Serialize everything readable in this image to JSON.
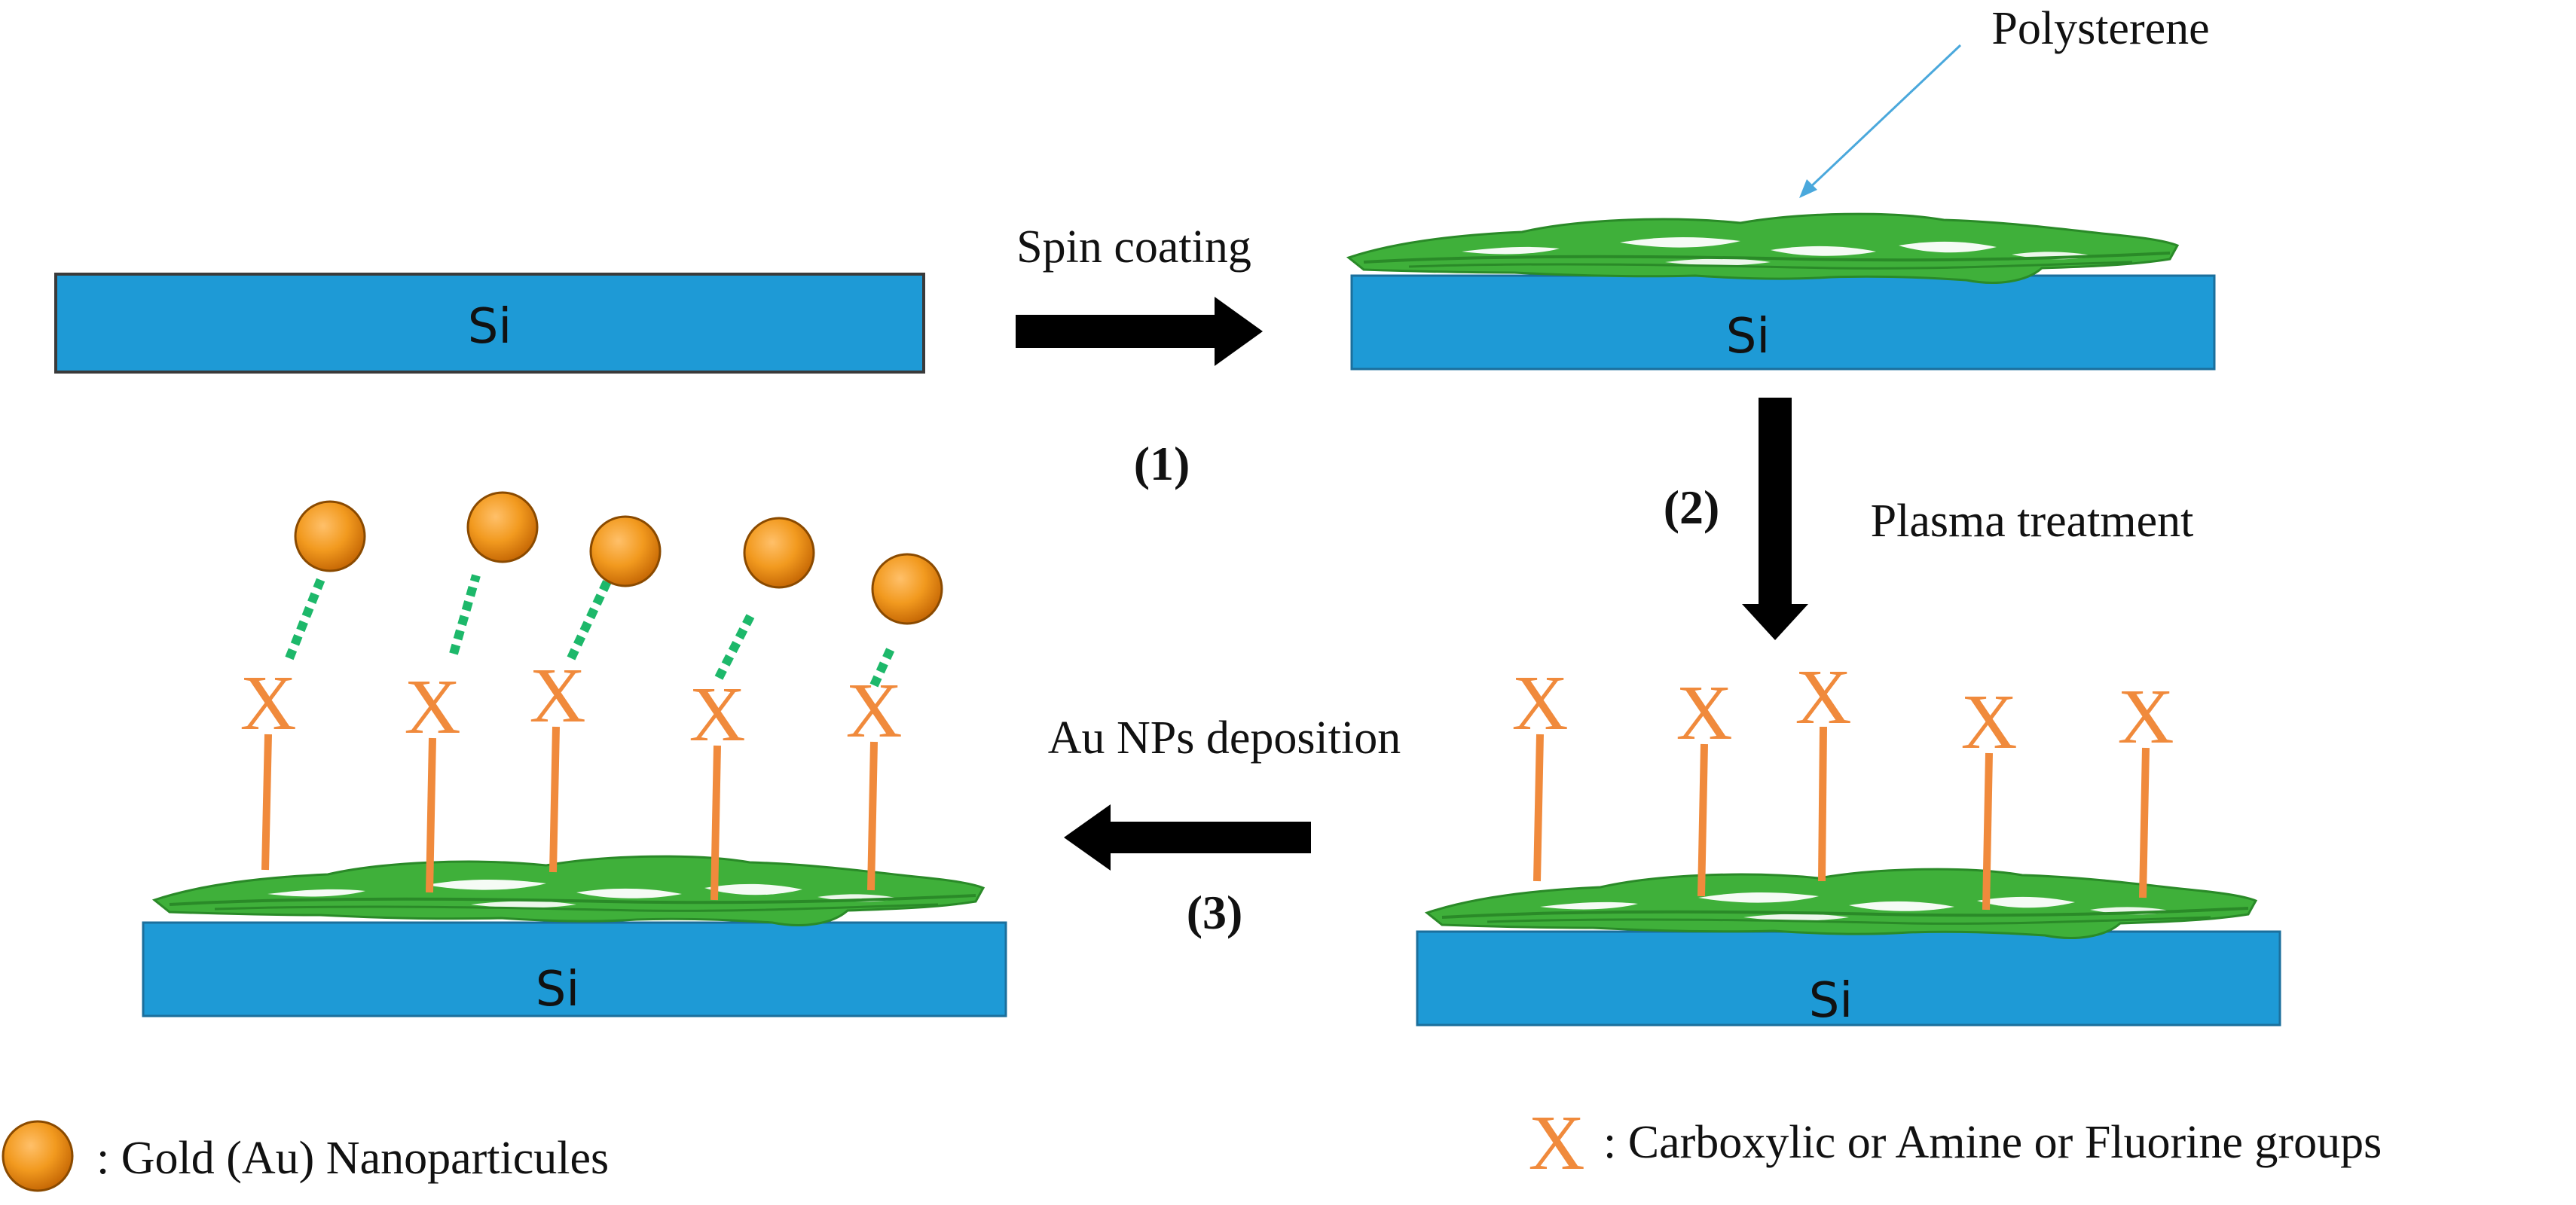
{
  "substrate_label": "Si",
  "polymer_label": "Polysterene",
  "steps": [
    {
      "number": "(1)",
      "label": "Spin coating"
    },
    {
      "number": "(2)",
      "label": "Plasma treatment"
    },
    {
      "number": "(3)",
      "label": "Au NPs deposition"
    }
  ],
  "functional_group_symbol": "X",
  "legend": {
    "nanoparticle": ": Gold (Au) Nanoparticules",
    "functional_group_symbol": "X",
    "functional_group": ": Carboxylic or Amine or Fluorine groups"
  },
  "colors": {
    "silicon": "#1e9ad6",
    "polymer": "#3fb03a",
    "linker": "#f08a3c",
    "gold": "#f29a1f",
    "bond": "#1db86a",
    "arrow": "#000000",
    "pointer": "#4aa8dc"
  }
}
